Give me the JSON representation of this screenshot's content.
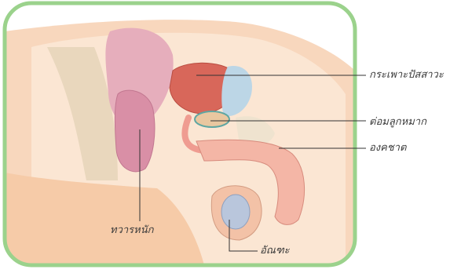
{
  "diagram": {
    "labels": {
      "bladder": "กระเพาะปัสสาวะ",
      "prostate": "ต่อมลูกหมาก",
      "penis": "องคชาต",
      "rectum": "ทวารหนัก",
      "testis": "อัณฑะ"
    },
    "colors": {
      "frame_border": "#9bd28c",
      "skin_outer": "#f3c39d",
      "skin_inner": "#fde7d0",
      "pelvis_tissue": "#f2e2cf",
      "intestine": "#e7b0bd",
      "bladder": "#d6665a",
      "urethra": "#f0a59c",
      "leader_line": "#333333"
    }
  }
}
